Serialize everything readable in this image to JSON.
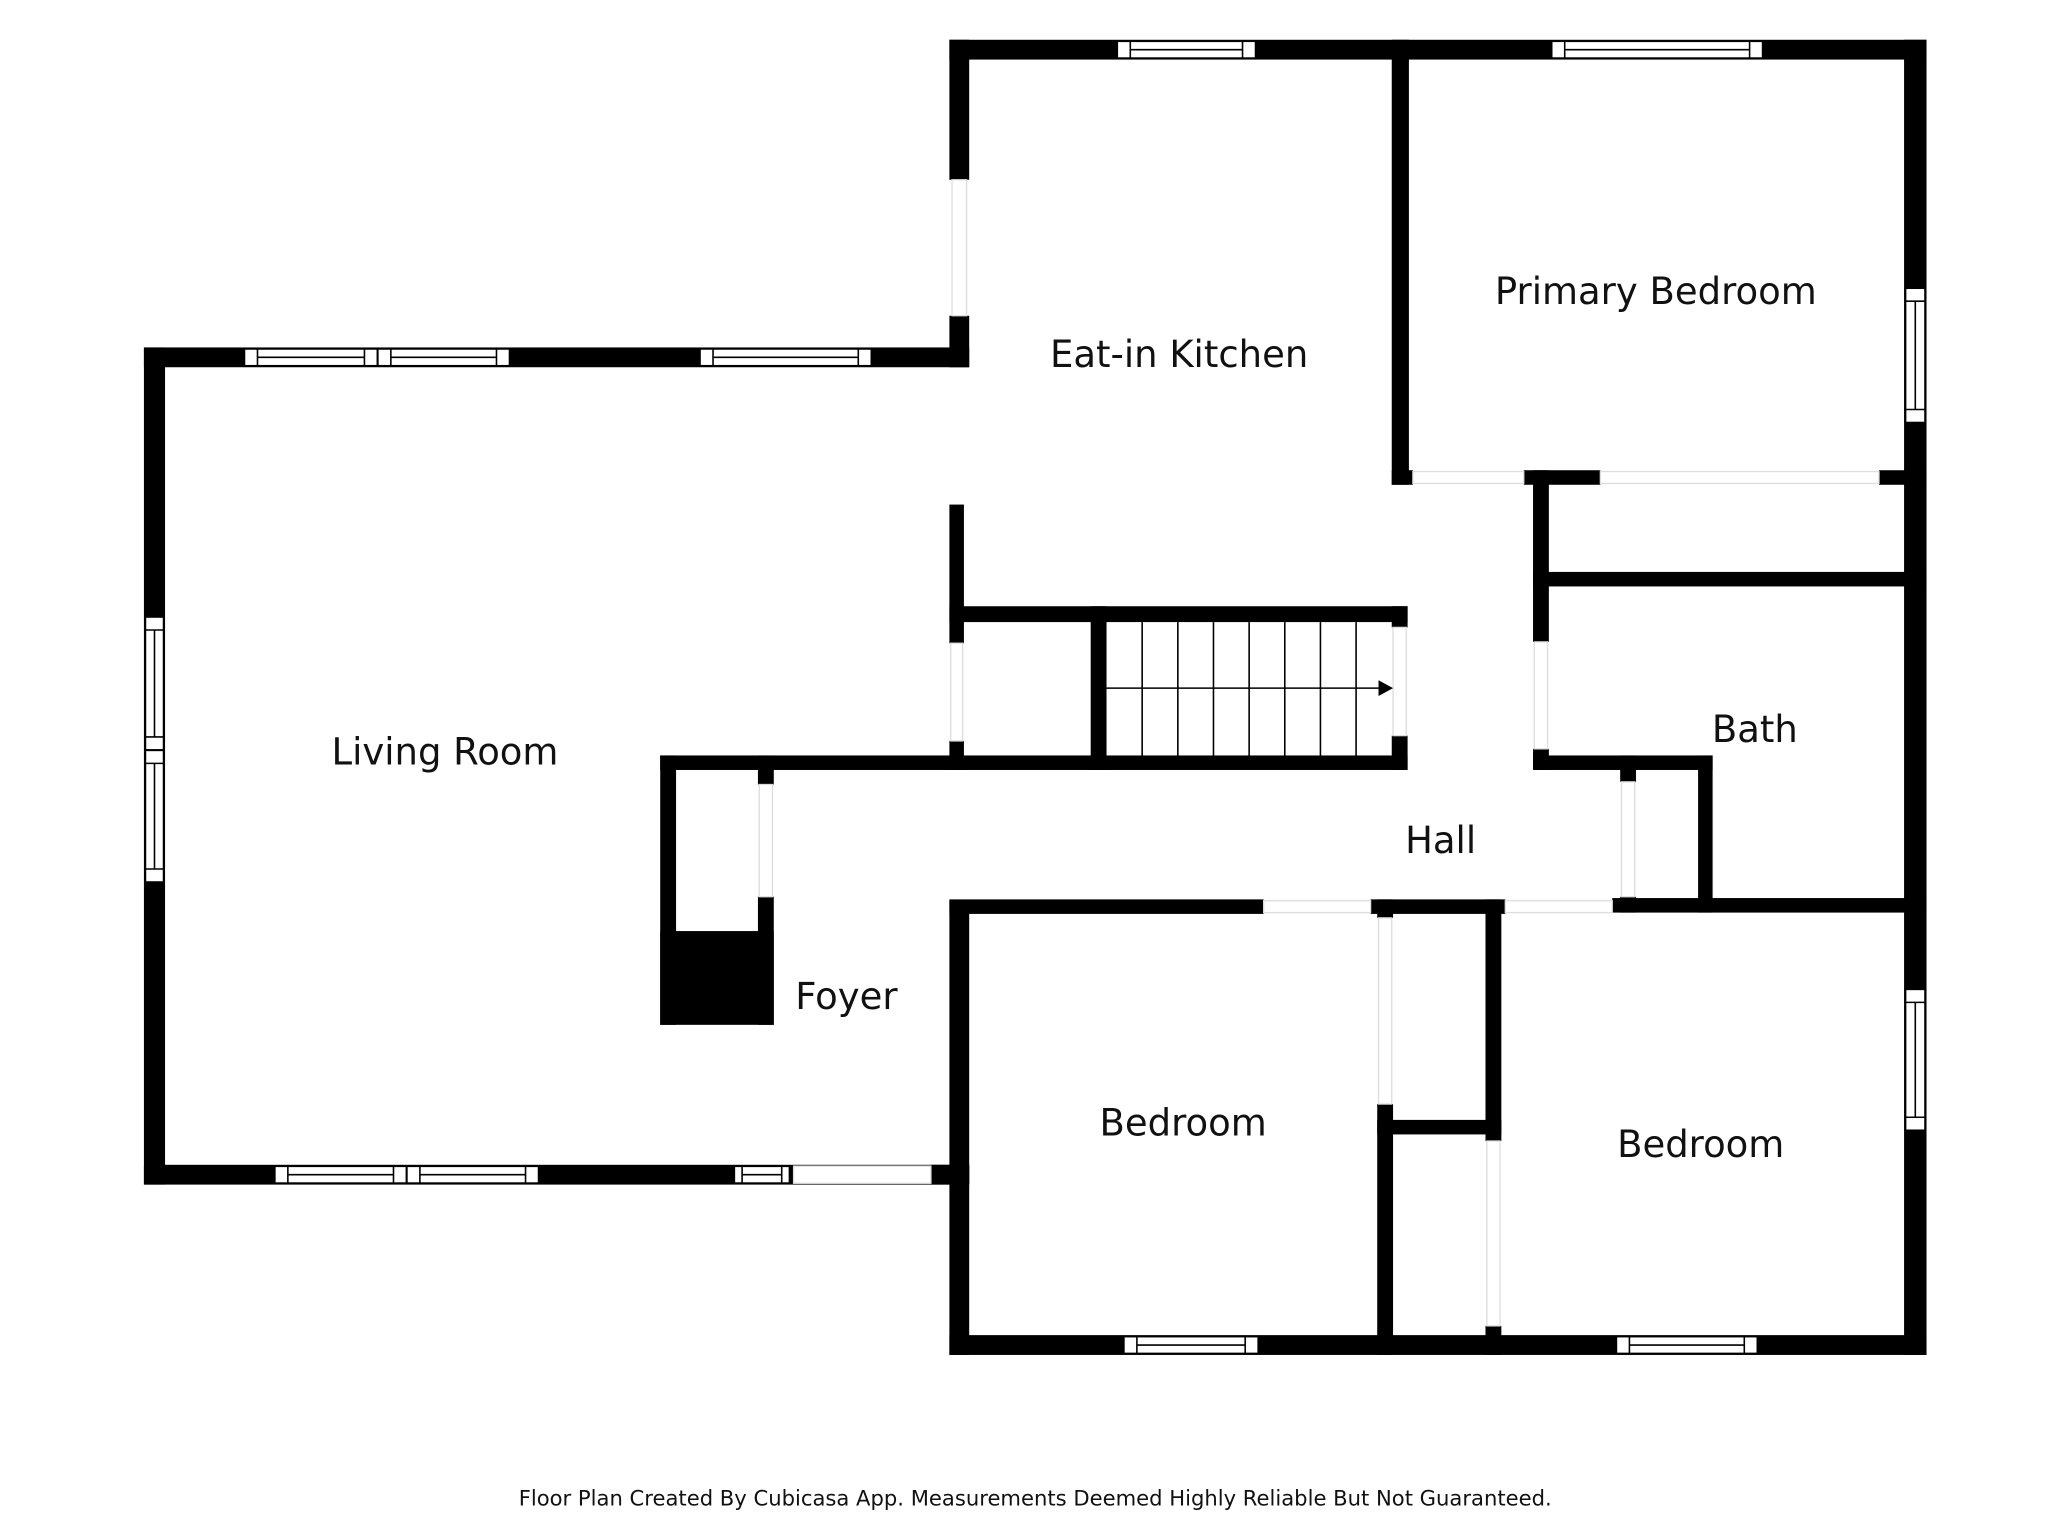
{
  "rooms": {
    "living_room": "Living Room",
    "eat_in_kitchen": "Eat-in Kitchen",
    "primary_bedroom": "Primary Bedroom",
    "bath": "Bath",
    "hall": "Hall",
    "foyer": "Foyer",
    "bedroom_left": "Bedroom",
    "bedroom_right": "Bedroom"
  },
  "footer": {
    "note": "Floor Plan Created By Cubicasa App. Measurements Deemed Highly Reliable But Not Guaranteed."
  },
  "colors": {
    "wall": "#000000",
    "background": "#ffffff",
    "window_frame": "#000000"
  }
}
